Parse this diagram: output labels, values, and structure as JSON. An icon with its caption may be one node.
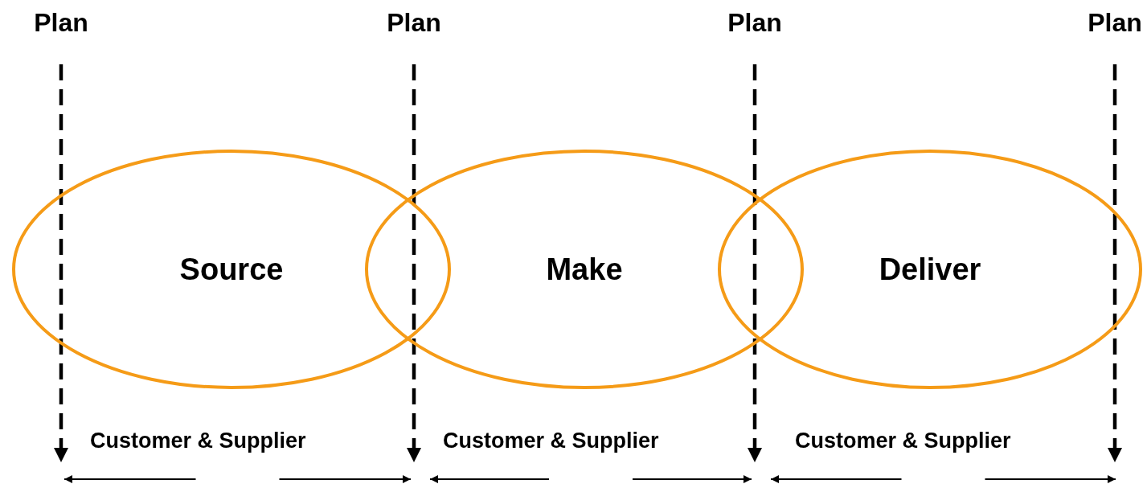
{
  "diagram": {
    "nodes": [
      {
        "text": [
          "Plan"
        ]
      },
      {
        "text": [
          "Plan"
        ]
      },
      {
        "text": [
          "Plan"
        ]
      },
      {
        "text": [
          "Plan"
        ]
      },
      {
        "text": [
          "Source"
        ]
      },
      {
        "text": [
          "Make"
        ]
      },
      {
        "text": [
          "Deliver"
        ]
      }
    ],
    "edges": [
      {
        "from": 0,
        "to": null,
        "arrow": "to",
        "style": "dashed"
      },
      {
        "from": 1,
        "to": null,
        "arrow": "to",
        "style": "dashed"
      },
      {
        "from": 2,
        "to": null,
        "arrow": "to",
        "style": "dashed"
      },
      {
        "from": 3,
        "to": null,
        "arrow": "to",
        "style": "dashed"
      }
    ],
    "labels": [
      "Customer & Supplier",
      "Customer & Supplier",
      "Customer & Supplier"
    ]
  }
}
